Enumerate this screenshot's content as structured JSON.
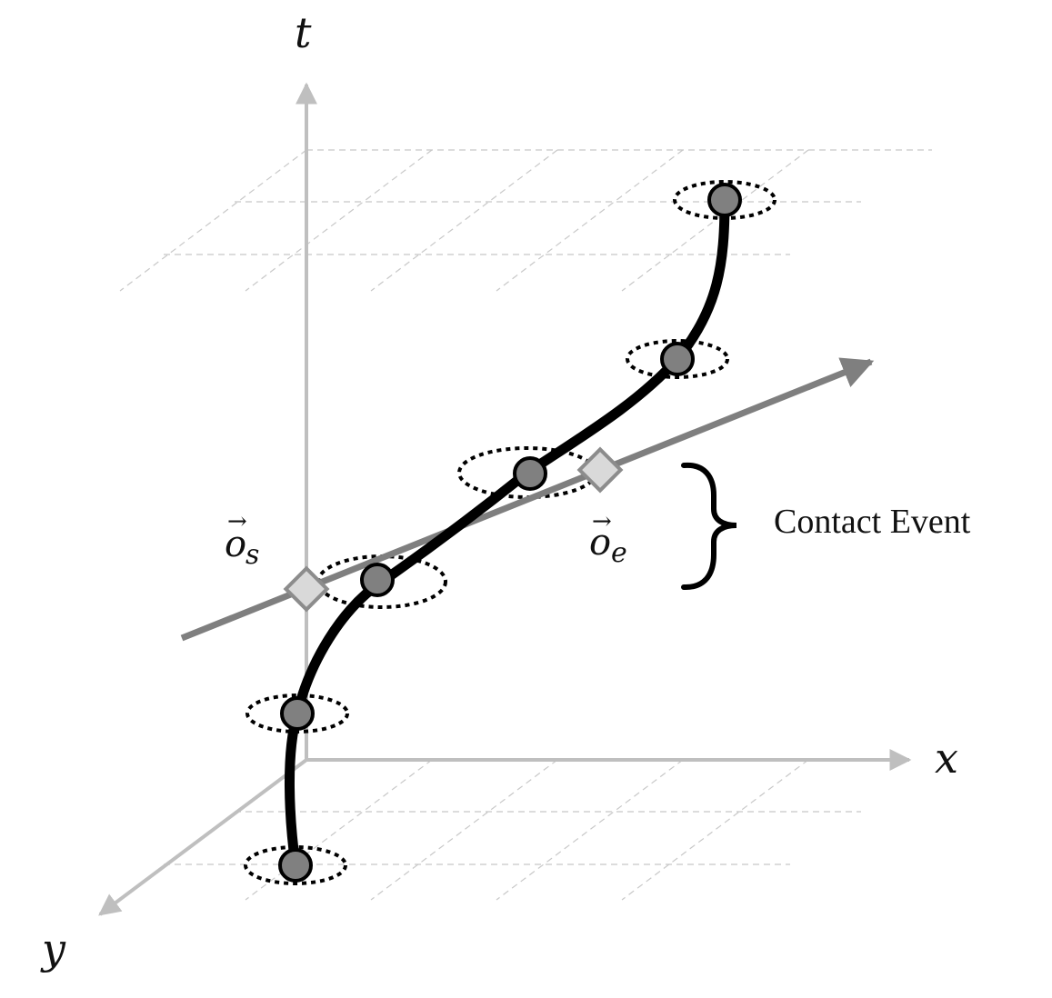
{
  "axes": {
    "t": "t",
    "x": "x",
    "y": "y"
  },
  "vectors": {
    "start": {
      "symbol": "o",
      "arrow": "→",
      "subscript": "s"
    },
    "end": {
      "symbol": "o",
      "arrow": "→",
      "subscript": "e"
    }
  },
  "annotation": {
    "label": "Contact Event"
  },
  "colors": {
    "axis": "#bfbfbf",
    "grid": "#c8c8c8",
    "path": "#000000",
    "sample_fill": "#808080",
    "event_line": "#7f7f7f",
    "diamond_fill": "#d9d9d9",
    "diamond_stroke": "#8c8c8c"
  }
}
